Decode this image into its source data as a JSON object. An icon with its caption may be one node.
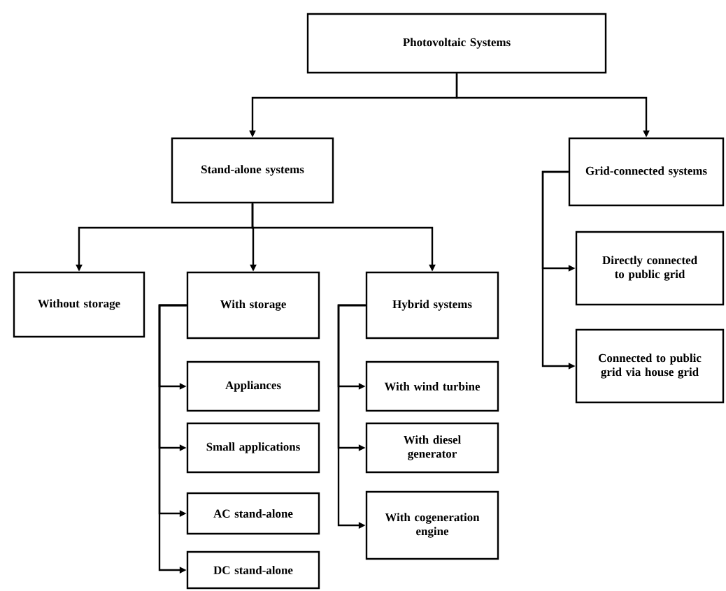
{
  "diagram": {
    "nodes": [
      {
        "text": [
          "Photovoltaic Systems"
        ]
      },
      {
        "text": [
          "Stand-alone systems"
        ]
      },
      {
        "text": [
          "Grid-connected systems"
        ]
      },
      {
        "text": [
          "Without storage"
        ]
      },
      {
        "text": [
          "With storage"
        ]
      },
      {
        "text": [
          "Hybrid systems"
        ]
      },
      {
        "text": [
          "Appliances"
        ]
      },
      {
        "text": [
          "Small applications"
        ]
      },
      {
        "text": [
          "AC stand-alone"
        ]
      },
      {
        "text": [
          "DC stand-alone"
        ]
      },
      {
        "text": [
          "With wind turbine"
        ]
      },
      {
        "text": [
          "With diesel generator"
        ]
      },
      {
        "text": [
          "With cogeneration engine"
        ]
      },
      {
        "text": [
          "Directly connected to public grid"
        ]
      },
      {
        "text": [
          "Connected to public grid via house grid"
        ]
      }
    ],
    "edges": [
      {
        "from": 0,
        "to": 1,
        "arrow": "to"
      },
      {
        "from": 0,
        "to": 2,
        "arrow": "to"
      },
      {
        "from": 1,
        "to": 3,
        "arrow": "to"
      },
      {
        "from": 1,
        "to": 4,
        "arrow": "to"
      },
      {
        "from": 1,
        "to": 5,
        "arrow": "to"
      },
      {
        "from": 4,
        "to": 6,
        "arrow": "to"
      },
      {
        "from": 4,
        "to": 7,
        "arrow": "to"
      },
      {
        "from": 4,
        "to": 8,
        "arrow": "to"
      },
      {
        "from": 4,
        "to": 9,
        "arrow": "to"
      },
      {
        "from": 5,
        "to": 10,
        "arrow": "to"
      },
      {
        "from": 5,
        "to": 11,
        "arrow": "to"
      },
      {
        "from": 5,
        "to": 12,
        "arrow": "to"
      },
      {
        "from": 2,
        "to": 13,
        "arrow": "to"
      },
      {
        "from": 2,
        "to": 14,
        "arrow": "to"
      }
    ]
  }
}
